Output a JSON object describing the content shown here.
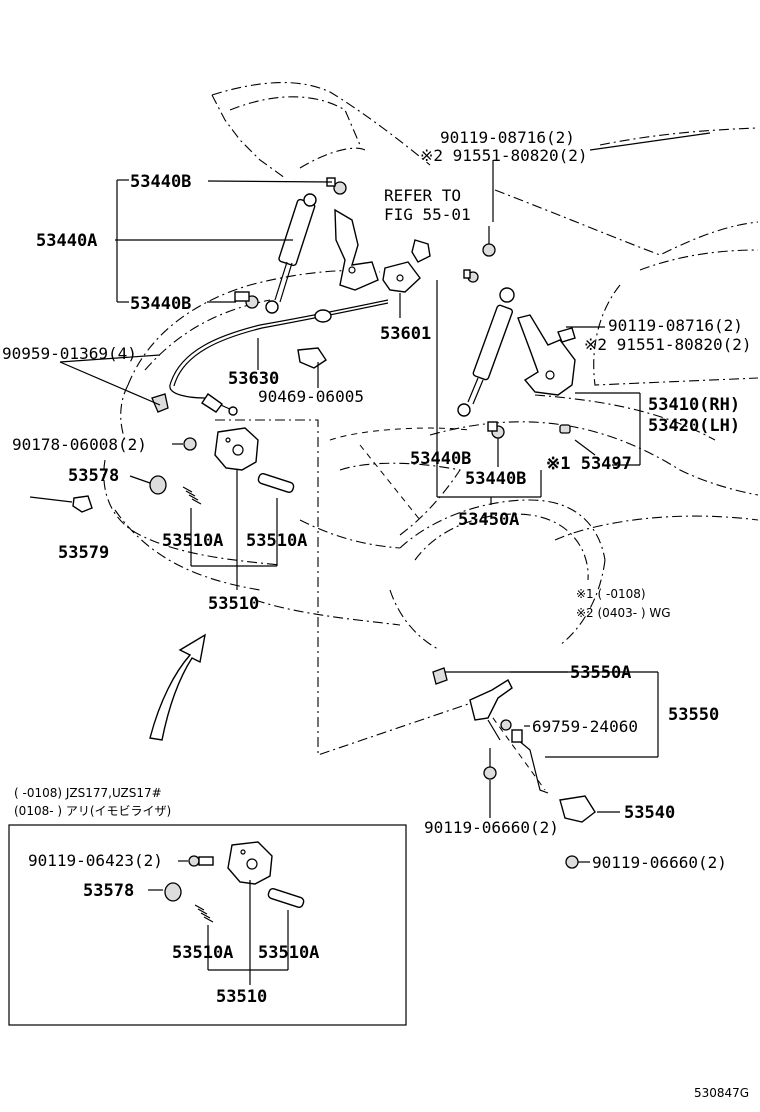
{
  "labels": {
    "l53440B_top": "53440B",
    "l53440A": "53440A",
    "l53440B_mid": "53440B",
    "refer_to": "REFER TO",
    "refer_fig": "FIG 55-01",
    "l90119_08716_a": "90119-08716(2)",
    "l291551_a": "※2 91551-80820(2)",
    "l90959": "90959-01369(4)",
    "l53630": "53630",
    "l53601": "53601",
    "l90469": "90469-06005",
    "l90119_08716_b": "90119-08716(2)",
    "l291551_b": "※2 91551-80820(2)",
    "l53410": "53410(RH)",
    "l53420": "53420(LH)",
    "l90178": "90178-06008(2)",
    "l53578": "53578",
    "l53440B_r1": "53440B",
    "l53440B_r2": "53440B",
    "l53497": "※1 53497",
    "l53579": "53579",
    "l53510A_1": "53510A",
    "l53510A_2": "53510A",
    "l53450A": "53450A",
    "l53510": "53510",
    "note1": "※1 (      -0108)",
    "note2": "※2 (0403-      ) WG",
    "l53550A": "53550A",
    "l53550": "53550",
    "l69759": "69759-24060",
    "l90119_06660_a": "90119-06660(2)",
    "l53540": "53540",
    "l90119_06660_b": "90119-06660(2)",
    "box_cond1": "(      -0108) JZS177,UZS17#",
    "box_cond2": "(0108-      ) アリ(イモビライザ)",
    "l90119_06423": "90119-06423(2)",
    "l53578_box": "53578",
    "l53510A_box1": "53510A",
    "l53510A_box2": "53510A",
    "l53510_box": "53510",
    "figure_code": "530847G"
  }
}
